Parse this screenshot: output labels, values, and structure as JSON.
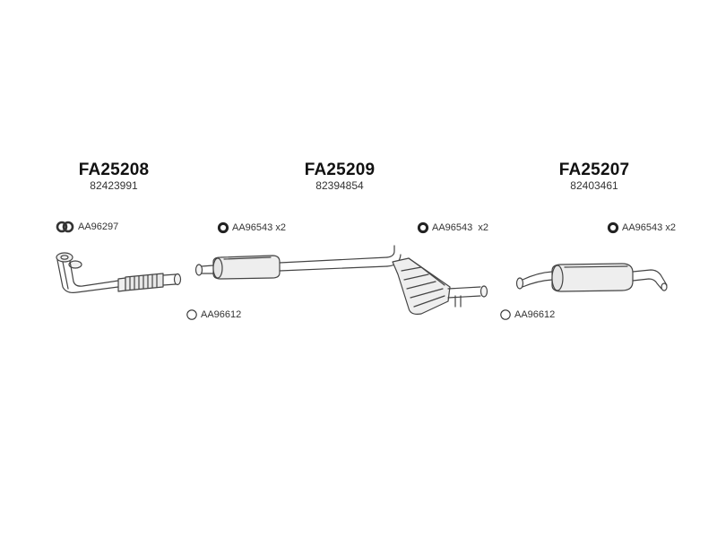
{
  "parts": [
    {
      "code": "FA25208",
      "oe_number": "82423991"
    },
    {
      "code": "FA25209",
      "oe_number": "82394854"
    },
    {
      "code": "FA25207",
      "oe_number": "82403461"
    }
  ],
  "accessories": [
    {
      "label": "AA96297",
      "icon": "double-ring-gasket-icon"
    },
    {
      "label": "AA96543 x2",
      "icon": "rubber-ring-icon"
    },
    {
      "label": "AA96543  x2",
      "icon": "rubber-ring-icon"
    },
    {
      "label": "AA96543 x2",
      "icon": "rubber-ring-icon"
    },
    {
      "label": "AA96612",
      "icon": "thin-ring-icon"
    },
    {
      "label": "AA96612",
      "icon": "thin-ring-icon"
    }
  ],
  "colors": {
    "line": "#444444",
    "fill": "#ececec",
    "text": "#222222"
  }
}
